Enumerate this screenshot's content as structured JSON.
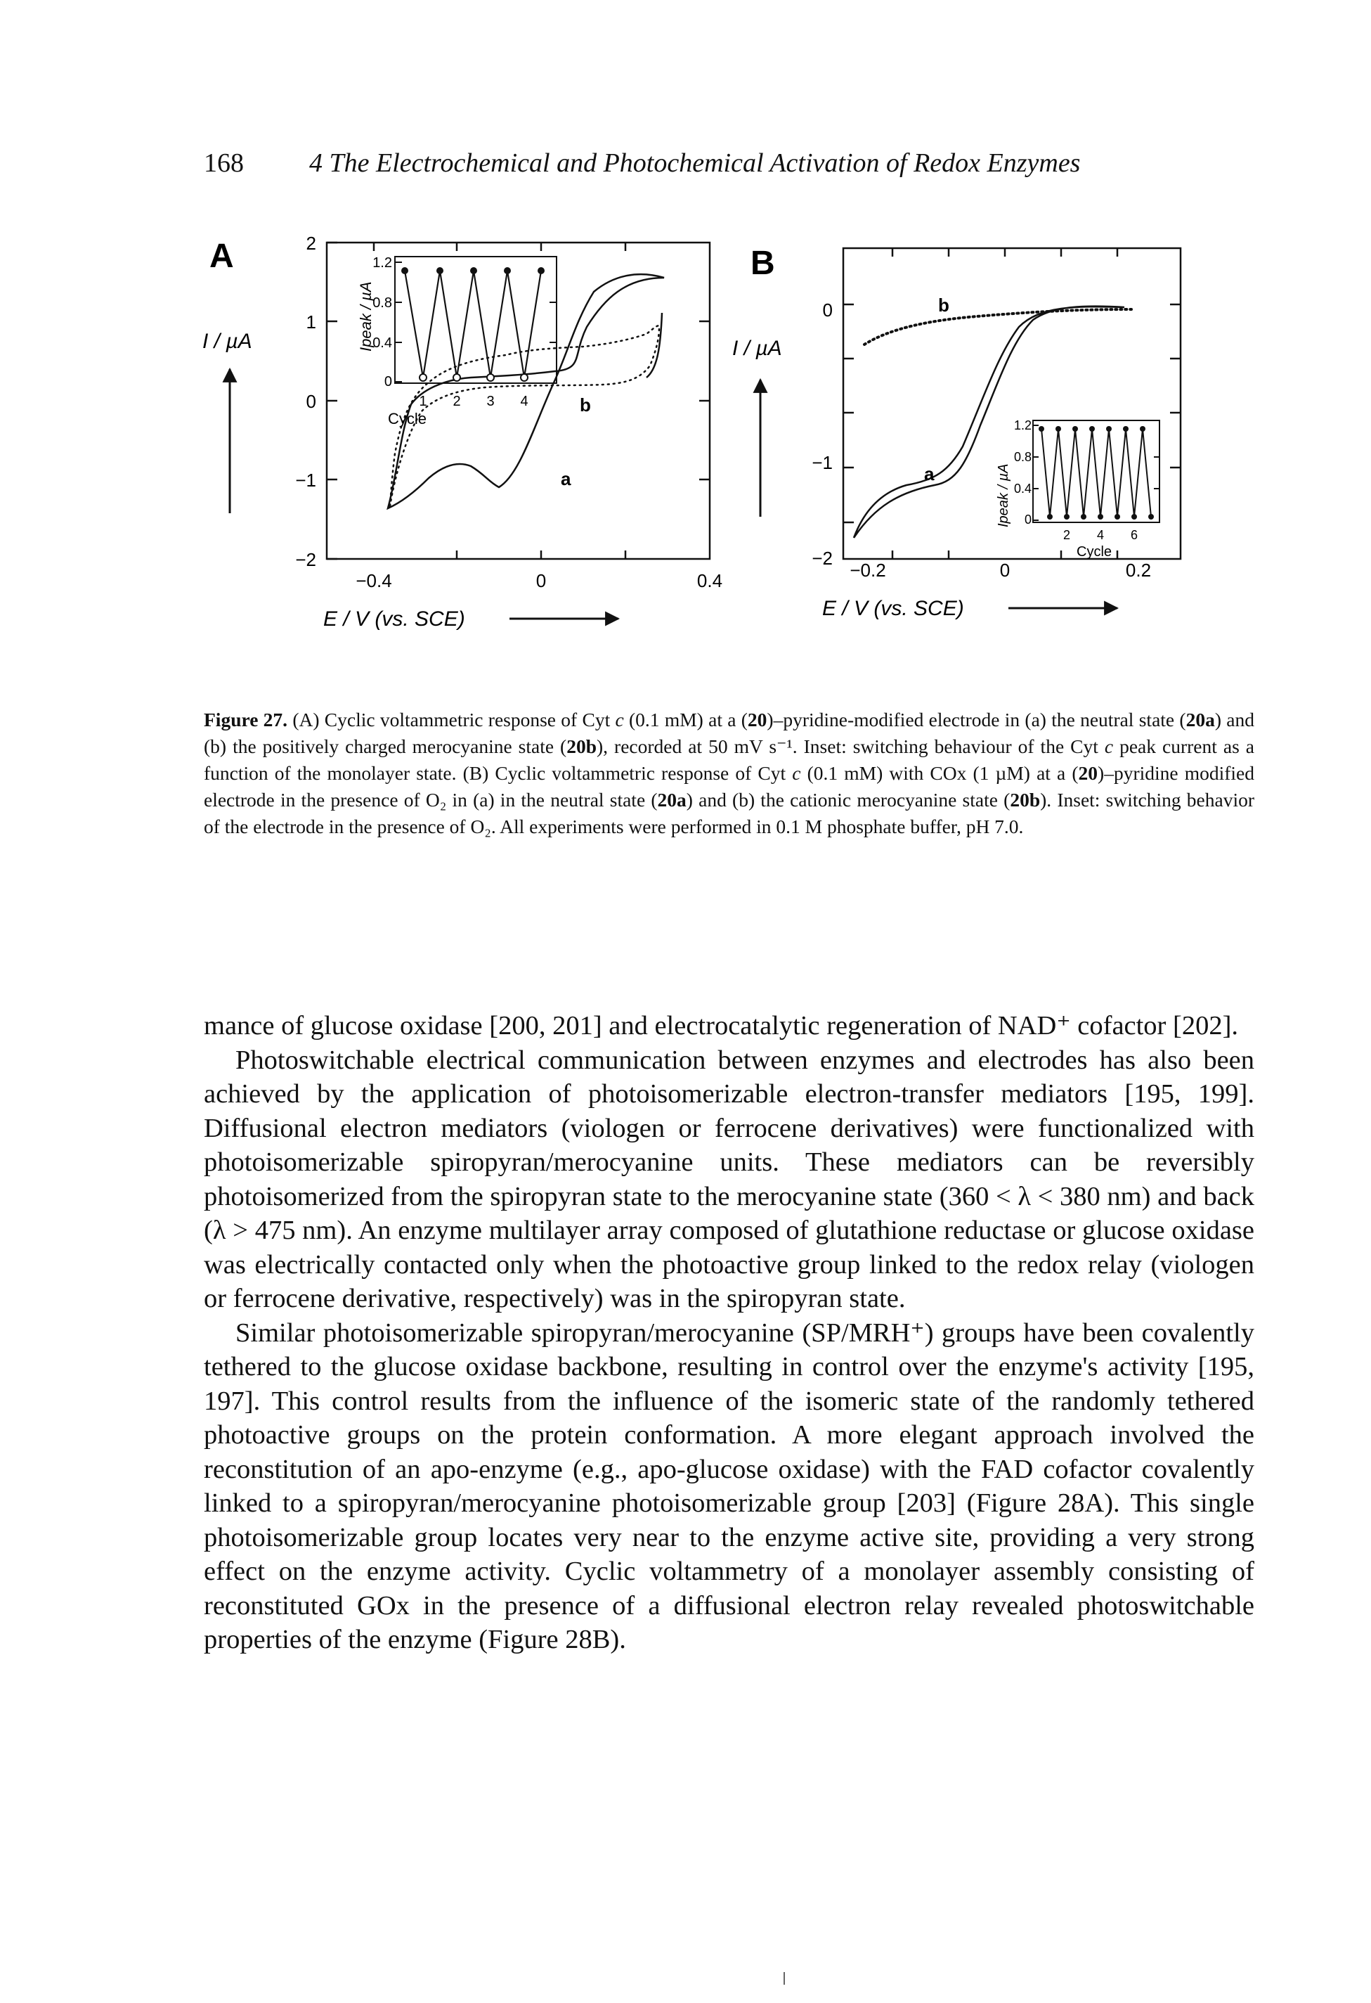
{
  "page": {
    "number": "168",
    "running_title": "4 The Electrochemical and Photochemical Activation of Redox Enzymes"
  },
  "figure": {
    "number": "27",
    "panel_a": {
      "label": "A",
      "ylabel": "I / µA",
      "xlabel": "E / V (vs. SCE)",
      "yticks": [
        "2",
        "1",
        "0",
        "−1",
        "−2"
      ],
      "xticks": [
        "−0.4",
        "0",
        "0.4"
      ],
      "curve_labels": [
        "a",
        "b"
      ],
      "inset": {
        "ylabel": "Ipeak / µA",
        "xlabel": "Cycle",
        "yticks": [
          "1.2",
          "0.8",
          "0.4",
          "0"
        ],
        "xticks": [
          "1",
          "2",
          "3",
          "4"
        ]
      }
    },
    "panel_b": {
      "label": "B",
      "ylabel": "I / µA",
      "xlabel": "E / V (vs. SCE)",
      "yticks": [
        "0",
        "−1",
        "−2"
      ],
      "xticks": [
        "−0.2",
        "0",
        "0.2"
      ],
      "curve_labels": [
        "b",
        "a"
      ],
      "inset": {
        "ylabel": "Ipeak / µA",
        "xlabel": "Cycle",
        "yticks": [
          "1.2",
          "0.8",
          "0.4",
          "0"
        ],
        "xticks": [
          "2",
          "4",
          "6"
        ]
      }
    },
    "caption": {
      "label": "Figure 27.",
      "part1": " (A) Cyclic voltammetric response of Cyt ",
      "c1": "c",
      "part2": " (0.1 mM) at a (",
      "b20": "20",
      "part3": ")–pyridine-modified electrode in (a) the neutral state (",
      "b20a": "20a",
      "part4": ") and (b) the positively charged merocyanine state (",
      "b20b": "20b",
      "part5": "), recorded at 50 mV s⁻¹. Inset: switching behaviour of the Cyt ",
      "c2": "c",
      "part6": " peak current as a function of the monolayer state. (B) Cyclic voltammetric response of Cyt ",
      "c3": "c",
      "part7": " (0.1 mM) with COx (1 µM) at a (",
      "b20_2": "20",
      "part8": ")–pyridine modified electrode in the presence of O₂ in (a) in the neutral state (",
      "b20a_2": "20a",
      "part9": ") and (b) the cationic merocyanine state (",
      "b20b_2": "20b",
      "part10": "). Inset: switching behavior of the electrode in the presence of O₂. All experiments were performed in 0.1 M phosphate buffer, pH 7.0."
    }
  },
  "paragraphs": [
    "mance of glucose oxidase [200, 201] and electrocatalytic regeneration of NAD⁺ cofactor [202].",
    "Photoswitchable electrical communication between enzymes and electrodes has also been achieved by the application of photoisomerizable electron-transfer mediators [195, 199]. Diffusional electron mediators (viologen or ferrocene derivatives) were functionalized with photoisomerizable spiropyran/merocyanine units. These mediators can be reversibly photoisomerized from the spiropyran state to the merocyanine state (360 < λ < 380 nm) and back (λ > 475 nm). An enzyme multilayer array composed of glutathione reductase or glucose oxidase was electrically contacted only when the photoactive group linked to the redox relay (viologen or ferrocene derivative, respectively) was in the spiropyran state.",
    "Similar photoisomerizable spiropyran/merocyanine (SP/MRH⁺) groups have been covalently tethered to the glucose oxidase backbone, resulting in control over the enzyme's activity [195, 197]. This control results from the influence of the isomeric state of the randomly tethered photoactive groups on the protein conformation. A more elegant approach involved the reconstitution of an apo-enzyme (e.g., apo-glucose oxidase) with the FAD cofactor covalently linked to a spiropyran/merocyanine photoisomerizable group [203] (Figure 28A). This single photoisomerizable group locates very near to the enzyme active site, providing a very strong effect on the enzyme activity. Cyclic voltammetry of a monolayer assembly consisting of reconstituted GOx in the presence of a diffusional electron relay revealed photoswitchable properties of the enzyme (Figure 28B)."
  ]
}
